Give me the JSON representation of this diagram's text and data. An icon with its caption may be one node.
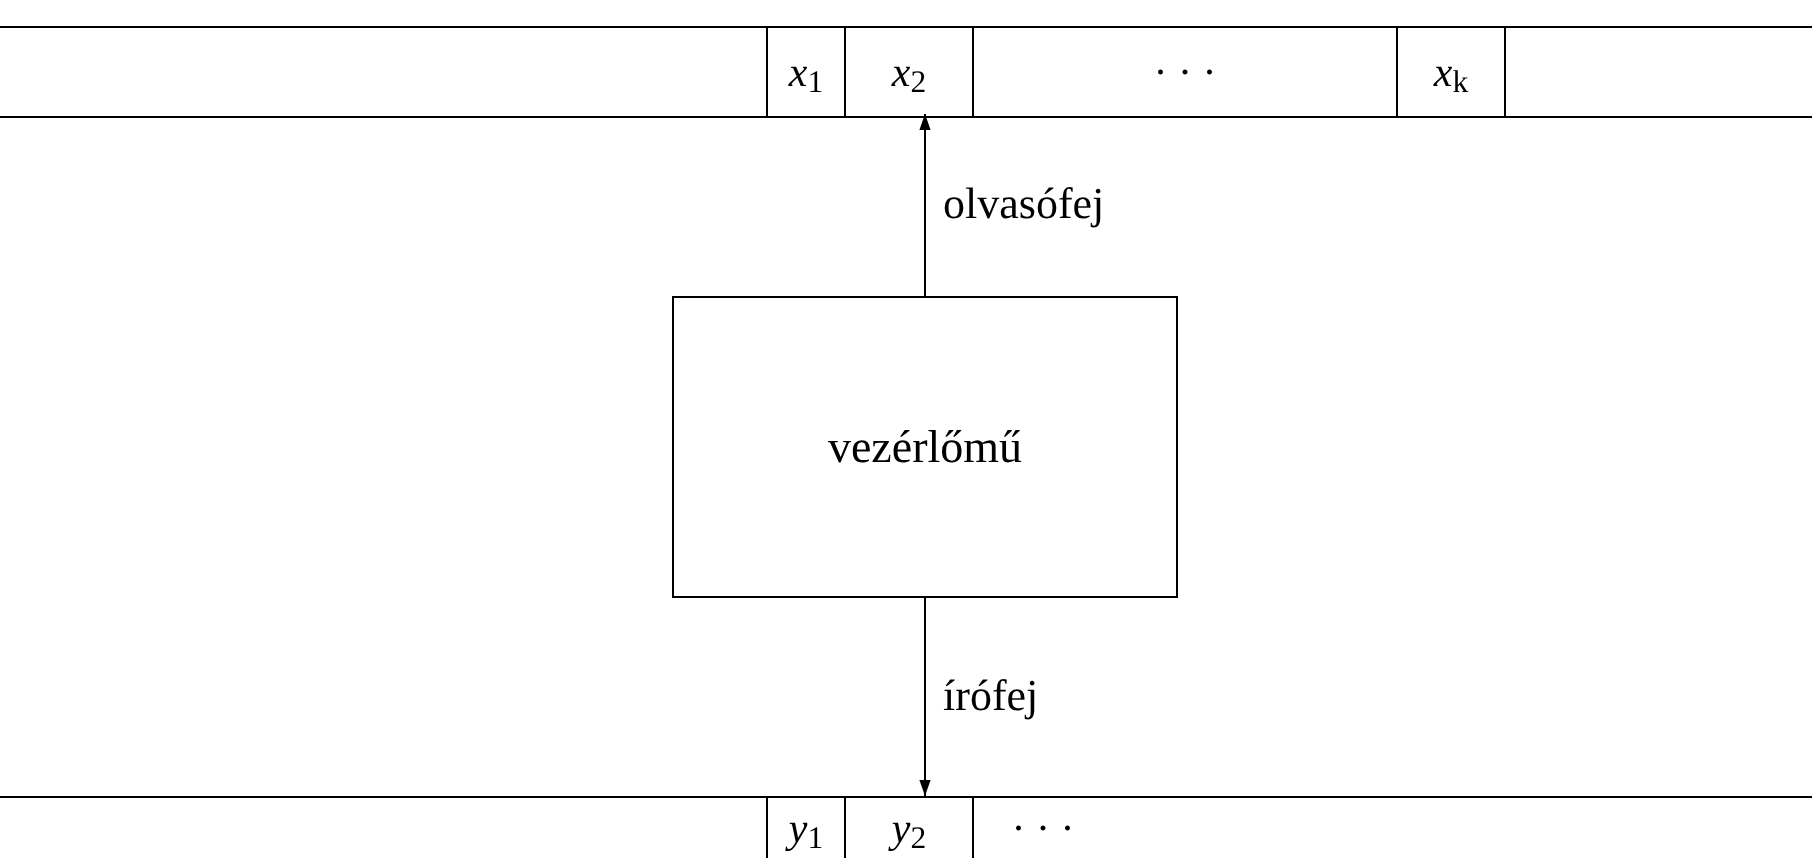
{
  "diagram": {
    "nodes": [
      {
        "text": [],
        "shape": "bar"
      },
      {
        "text": [
          "*x*$_{1}$"
        ],
        "in": 0
      },
      {
        "text": [
          "*x*$_{2}$"
        ],
        "in": 0
      },
      {
        "text": [
          "· · ·"
        ],
        "in": 0
      },
      {
        "text": [
          "*x*$_{k}$"
        ],
        "in": 0
      },
      {
        "text": [
          "vezérlőmű"
        ]
      },
      {
        "text": [],
        "shape": "bar"
      },
      {
        "text": [
          "*y*$_{1}$"
        ],
        "in": 6
      },
      {
        "text": [
          "*y*$_{2}$"
        ],
        "in": 6
      },
      {
        "text": [
          "· · ·"
        ],
        "in": 6
      }
    ],
    "edges": [
      {
        "from": 5,
        "to": 2,
        "arrow": "to",
        "label": "olvasófej"
      },
      {
        "from": 5,
        "to": 8,
        "arrow": "to",
        "label": "írófej"
      }
    ]
  }
}
